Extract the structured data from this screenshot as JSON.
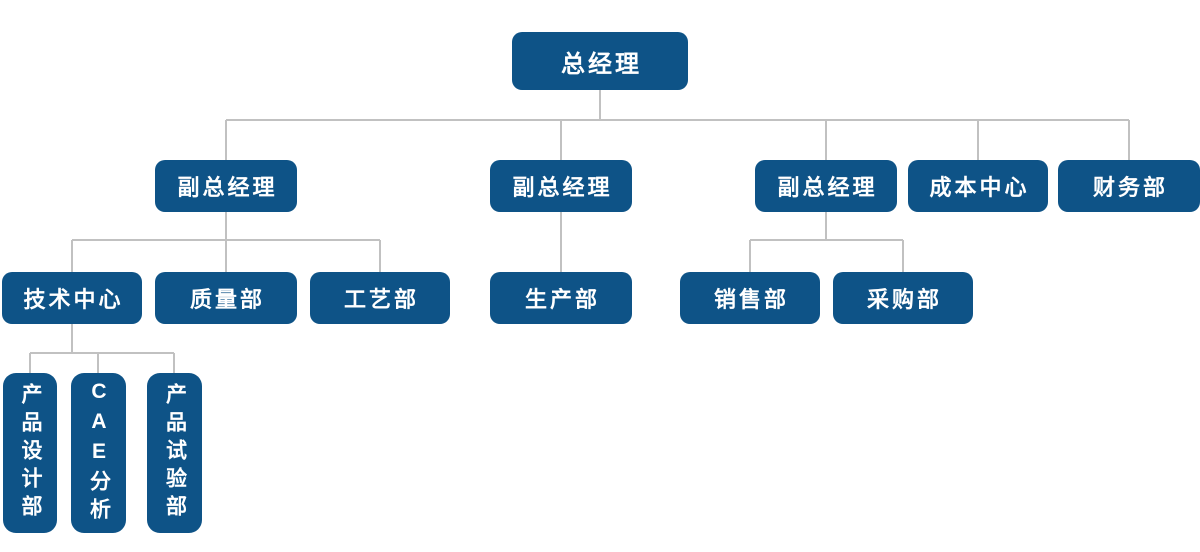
{
  "org_chart": {
    "type": "organization-chart",
    "colors": {
      "node_background": "#0e5387",
      "node_text": "#ffffff",
      "connector_line": "#c1c1c1"
    },
    "nodes": [
      {
        "id": "general-manager",
        "label": "总经理",
        "parent": null
      },
      {
        "id": "deputy-gm-1",
        "label": "副总经理",
        "parent": "general-manager"
      },
      {
        "id": "deputy-gm-2",
        "label": "副总经理",
        "parent": "general-manager"
      },
      {
        "id": "deputy-gm-3",
        "label": "副总经理",
        "parent": "general-manager"
      },
      {
        "id": "cost-center",
        "label": "成本中心",
        "parent": "general-manager"
      },
      {
        "id": "finance-dept",
        "label": "财务部",
        "parent": "general-manager"
      },
      {
        "id": "tech-center",
        "label": "技术中心",
        "parent": "deputy-gm-1"
      },
      {
        "id": "quality-dept",
        "label": "质量部",
        "parent": "deputy-gm-1"
      },
      {
        "id": "process-dept",
        "label": "工艺部",
        "parent": "deputy-gm-1"
      },
      {
        "id": "production-dept",
        "label": "生产部",
        "parent": "deputy-gm-2"
      },
      {
        "id": "sales-dept",
        "label": "销售部",
        "parent": "deputy-gm-3"
      },
      {
        "id": "purchasing-dept",
        "label": "采购部",
        "parent": "deputy-gm-3"
      },
      {
        "id": "product-design-dept",
        "label": "产品设计部",
        "parent": "tech-center"
      },
      {
        "id": "cae-analysis",
        "label": "CAE分析",
        "parent": "tech-center"
      },
      {
        "id": "product-test-dept",
        "label": "产品试验部",
        "parent": "tech-center"
      }
    ]
  }
}
